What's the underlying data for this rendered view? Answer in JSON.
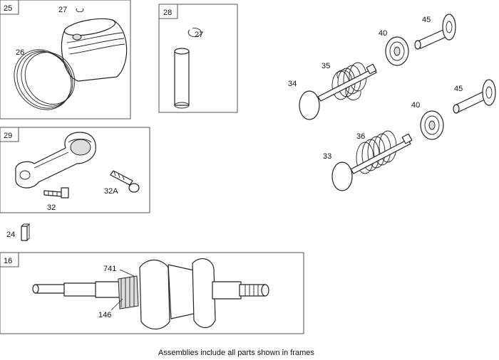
{
  "frames": {
    "piston": "25",
    "pin": "28",
    "rod": "29",
    "crank": "16"
  },
  "labels": {
    "clip_a": "27",
    "rings": "26",
    "clip_b": "27",
    "bolt_a": "32A",
    "bolt": "32",
    "key": "24",
    "gear": "741",
    "crank_gear": "146",
    "retainer_top": "40",
    "guide_top": "45",
    "spring_top": "35",
    "valve_top": "34",
    "retainer_bot": "40",
    "guide_bot": "45",
    "spring_bot": "36",
    "valve_bot": "33"
  },
  "footer": "Assemblies include all parts shown in frames"
}
